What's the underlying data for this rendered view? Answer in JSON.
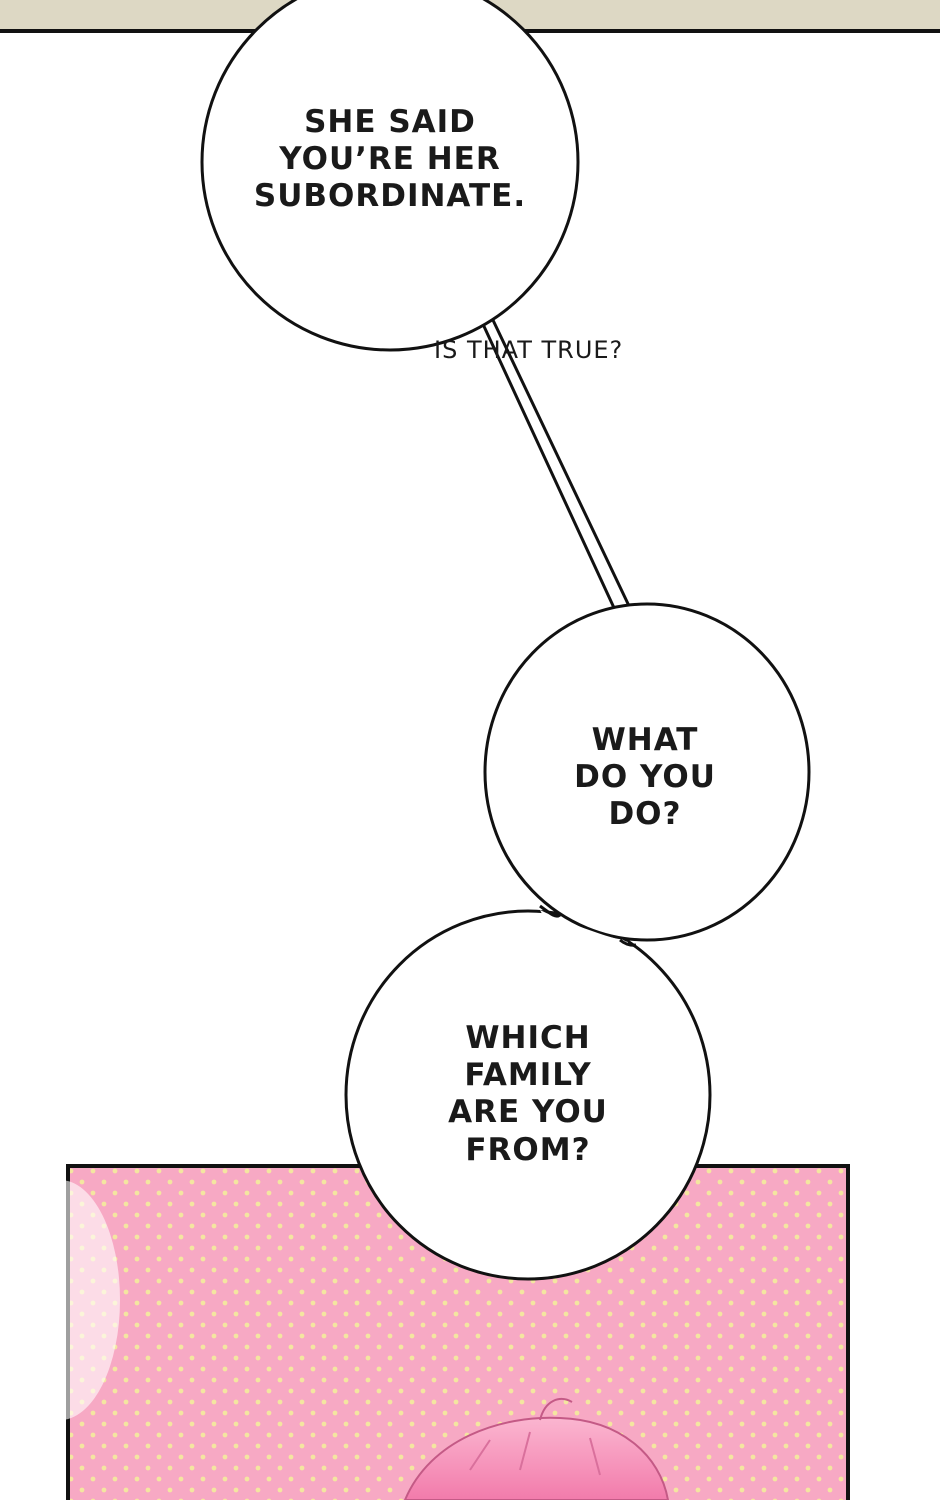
{
  "bubbles": [
    {
      "id": "bubble-1",
      "text": "SHE SAID\nYOU’RE HER\nSUBORDINATE."
    },
    {
      "id": "bubble-2",
      "text": "WHAT\nDO YOU\nDO?"
    },
    {
      "id": "bubble-3",
      "text": "WHICH\nFAMILY\nARE YOU\nFROM?"
    }
  ],
  "aside_text": "IS THAT TRUE?",
  "colors": {
    "background": "#ffffff",
    "border": "#111111",
    "panel_pink": "#f7a9c4",
    "dots": "#f4e6a0",
    "hair_pink": "#f78fb8",
    "top_strip": "#ddd8c4"
  }
}
